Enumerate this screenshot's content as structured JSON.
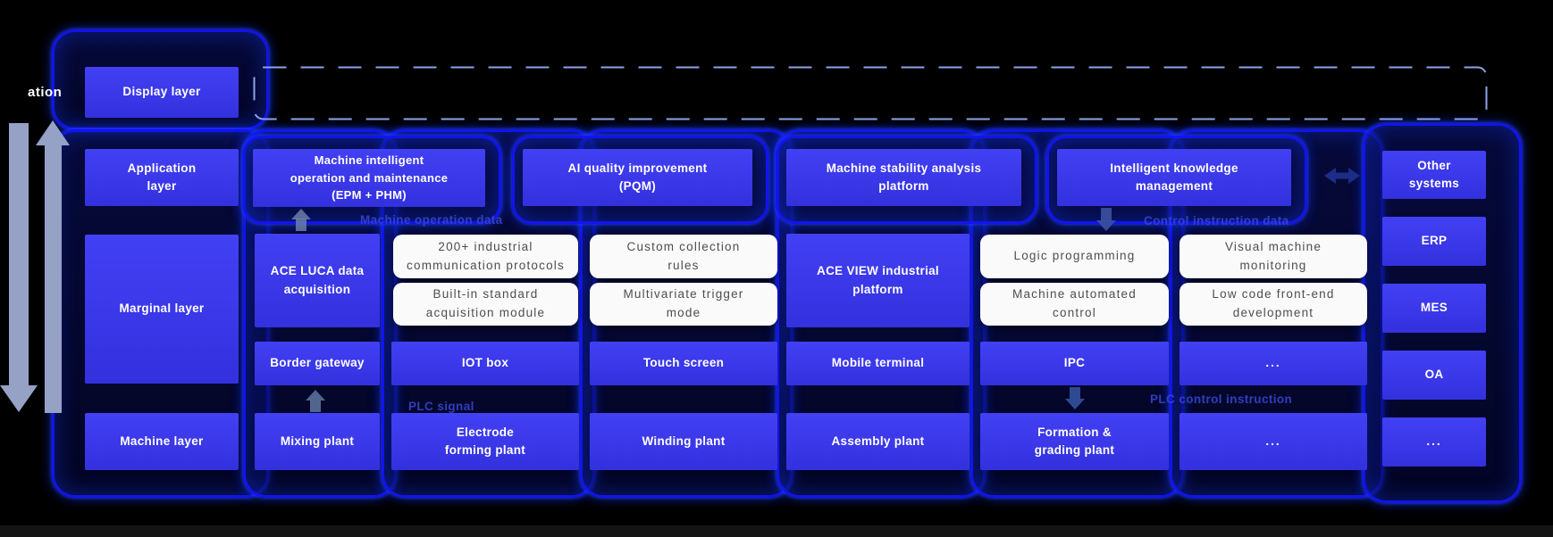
{
  "side": {
    "fragment_label": "ation"
  },
  "layer_column": {
    "display": "Display layer",
    "application": "Application\nlayer",
    "marginal": "Marginal layer",
    "machine": "Machine layer"
  },
  "application_row": {
    "epm": "Machine intelligent\noperation and maintenance\n(EPM + PHM)",
    "pqm": "AI quality improvement\n(PQM)",
    "stability": "Machine stability analysis\nplatform",
    "knowledge": "Intelligent knowledge\nmanagement"
  },
  "marginal_row": {
    "ace_luca": "ACE LUCA data\nacquisition",
    "protocols": "200+ industrial\ncommunication protocols",
    "builtin_module": "Built-in standard\nacquisition module",
    "custom_rules": "Custom collection\nrules",
    "multivariate": "Multivariate trigger\nmode",
    "ace_view": "ACE VIEW industrial\nplatform",
    "logic_programming": "Logic programming",
    "auto_control": "Machine automated\ncontrol",
    "visual_monitoring": "Visual machine\nmonitoring",
    "low_code": "Low code front-end\ndevelopment"
  },
  "device_row": {
    "border_gateway": "Border gateway",
    "iot_box": "IOT box",
    "touch_screen": "Touch screen",
    "mobile_terminal": "Mobile terminal",
    "ipc": "IPC",
    "more": "..."
  },
  "machine_row": {
    "mixing": "Mixing plant",
    "electrode": "Electrode\nforming plant",
    "winding": "Winding plant",
    "assembly": "Assembly plant",
    "formation": "Formation &\ngrading plant",
    "more": "..."
  },
  "external_column": {
    "other_systems": "Other\nsystems",
    "erp": "ERP",
    "mes": "MES",
    "oa": "OA",
    "more": "..."
  },
  "flow_labels": {
    "machine_operation_data": "Machine operation data",
    "control_instruction_data": "Control instruction data",
    "plc_signal": "PLC signal",
    "plc_control_instruction": "PLC control instruction"
  },
  "colors": {
    "box_blue": "#3b3bee",
    "glow_blue": "#1414f5",
    "panel_navy": "#0a1060",
    "white_box": "#fafafa",
    "flow_label_blue": "#3242c8",
    "side_arrow_slate": "#95a2c6",
    "background": "#000000"
  }
}
